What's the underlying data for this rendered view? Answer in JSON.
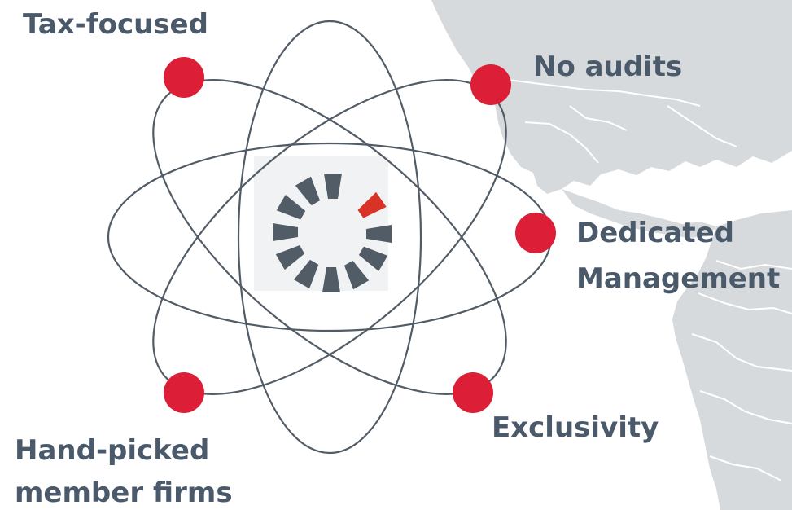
{
  "colors": {
    "map": "#d7dadd",
    "map_border": "#ffffff",
    "orbit": "#525c66",
    "node": "#dc1e37",
    "text": "#4b5a6b",
    "logo_dark": "#525c66",
    "logo_accent": "#d93328",
    "logo_bg": "#f1f2f3"
  },
  "labels": {
    "tax_focused": "Tax-focused",
    "no_audits": "No audits",
    "dedicated_line1": "Dedicated",
    "dedicated_line2": "Management",
    "exclusivity": "Exclusivity",
    "handpicked_line1": "Hand-picked",
    "handpicked_line2": "member firms"
  },
  "icons": {
    "center_logo": "segmented-ring-logo",
    "background": "world-map-americas"
  }
}
